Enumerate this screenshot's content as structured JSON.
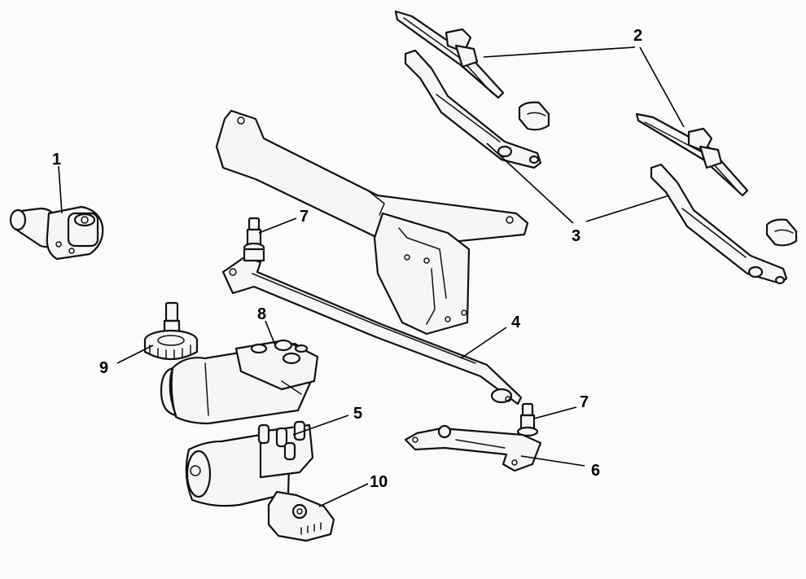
{
  "diagram": {
    "callouts": {
      "c1": "1",
      "c2": "2",
      "c3": "3",
      "c4": "4",
      "c5": "5",
      "c6": "6",
      "c7a": "7",
      "c7b": "7",
      "c8": "8",
      "c9": "9",
      "c10": "10"
    }
  },
  "colors": {
    "line": "#111111",
    "fill": "#f6f6f6",
    "background": "#fbfbfb"
  }
}
